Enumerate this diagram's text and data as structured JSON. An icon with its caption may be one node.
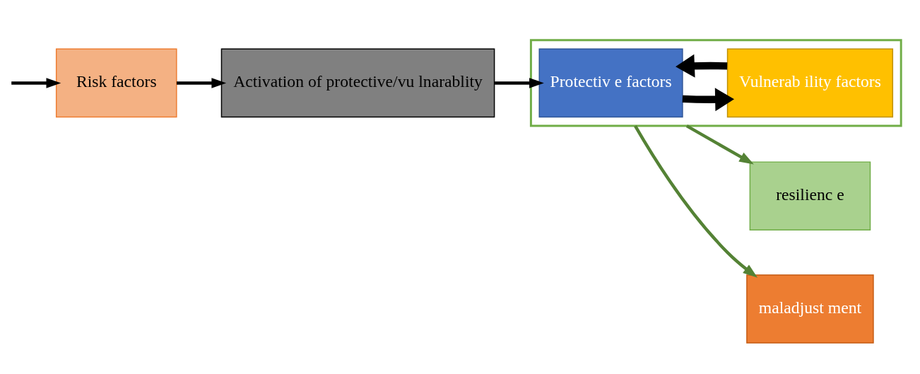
{
  "diagram": {
    "nodes": [
      {
        "text": [
          "Risk factors"
        ]
      },
      {
        "text": [
          "Activation of protective/vu lnarablity"
        ]
      },
      {
        "text": [],
        "shape": "box"
      },
      {
        "text": [
          "Protectiv e factors"
        ],
        "in": 2
      },
      {
        "text": [
          "Vulnerab ility factors"
        ],
        "in": 2
      },
      {
        "text": [
          "resilienc e"
        ]
      },
      {
        "text": [
          "maladjust ment"
        ]
      }
    ],
    "edges": [
      {
        "from": null,
        "to": 0,
        "arrow": "to"
      },
      {
        "from": 0,
        "to": 1,
        "arrow": "to"
      },
      {
        "from": 1,
        "to": 3,
        "arrow": "to"
      },
      {
        "from": 3,
        "to": 4,
        "arrow": "to",
        "style": "thick"
      },
      {
        "from": 4,
        "to": 3,
        "arrow": "to",
        "style": "thick"
      },
      {
        "from": 2,
        "to": 5,
        "arrow": "to",
        "color": "#548235"
      },
      {
        "from": 2,
        "to": 6,
        "arrow": "to",
        "color": "#548235"
      }
    ]
  }
}
